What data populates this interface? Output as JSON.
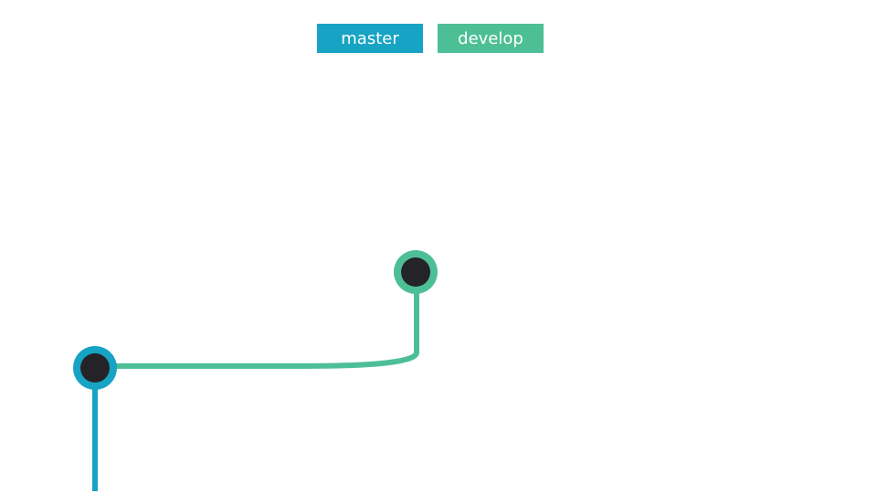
{
  "legend": [
    {
      "label": "master",
      "color": "#17a3c4"
    },
    {
      "label": "develop",
      "color": "#4dbf96"
    }
  ],
  "colors": {
    "master": "#17a3c4",
    "develop": "#4dbf96",
    "commit_fill": "#242428"
  },
  "commits": [
    {
      "branch": "master"
    },
    {
      "branch": "develop"
    }
  ]
}
